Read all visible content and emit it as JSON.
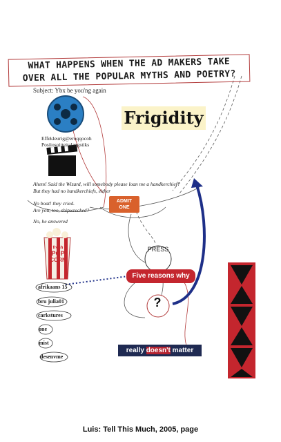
{
  "headline": {
    "line1": "WHAT HAPPENS WHEN THE AD MAKERS TAKE",
    "line2": "OVER ALL THE POPULAR MYTHS AND POETRY?"
  },
  "subject_line": "Subject: Ybx be you'ng again",
  "film_labels": {
    "line1": "Effekleurig@eroqqocoh",
    "line2": "Posiiosoitteitalangstiks"
  },
  "wizard_lines": [
    "Ahem! Said the Wizard, will somebody please loan me a handkerchief?",
    "But they had no handkerchiefs, either",
    "No boat! they cried.",
    "Are you, too, shipwrecked?",
    "No, he answered"
  ],
  "ticket": {
    "line1": "ADMIT",
    "line2": "ONE"
  },
  "frigidity": "Frigidity",
  "press": "PRESS",
  "five_reasons": "Five reasons why",
  "question": "?",
  "really": {
    "left": "really ",
    "highlight": "doesn't",
    "right": " matter"
  },
  "word_list": [
    "afrikaans 15",
    "bru julia01",
    "carkstures",
    "one",
    "mist",
    "desenvme"
  ],
  "popcorn": {
    "line1": "fresh",
    "line2": "POP",
    "line3": "CORN"
  },
  "caption": "Luis: Tell This Much, 2005, page",
  "colors": {
    "red": "#b23a3a",
    "blue": "#1e2f88",
    "line": "#555555"
  }
}
